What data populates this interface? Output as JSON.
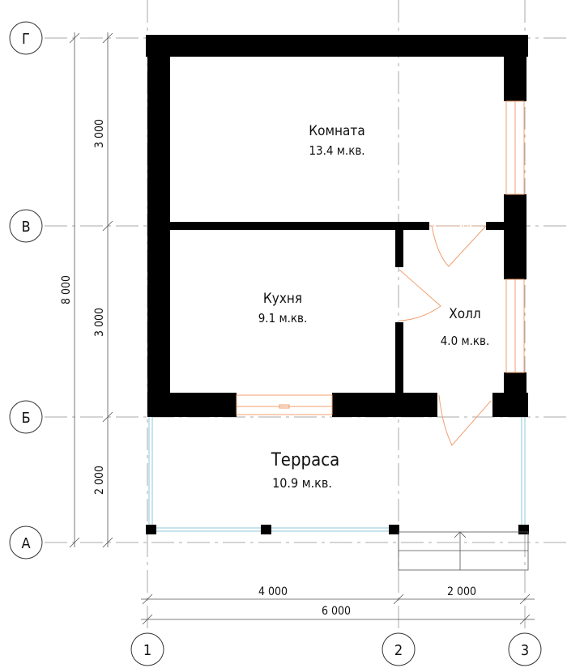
{
  "axes": {
    "rows": [
      "Г",
      "В",
      "Б",
      "А"
    ],
    "columns": [
      "1",
      "2",
      "3"
    ]
  },
  "rooms": [
    {
      "name": "Комната",
      "area": "13.4 м.кв."
    },
    {
      "name": "Кухня",
      "area": "9.1 м.кв."
    },
    {
      "name": "Холл",
      "area": "4.0 м.кв."
    },
    {
      "name": "Терраса",
      "area": "10.9 м.кв."
    }
  ],
  "dimensions": {
    "total_height": "8 000",
    "segments_vertical": [
      "3 000",
      "3 000",
      "2 000"
    ],
    "segments_horizontal": [
      "4 000",
      "2 000"
    ],
    "total_width": "6 000"
  }
}
